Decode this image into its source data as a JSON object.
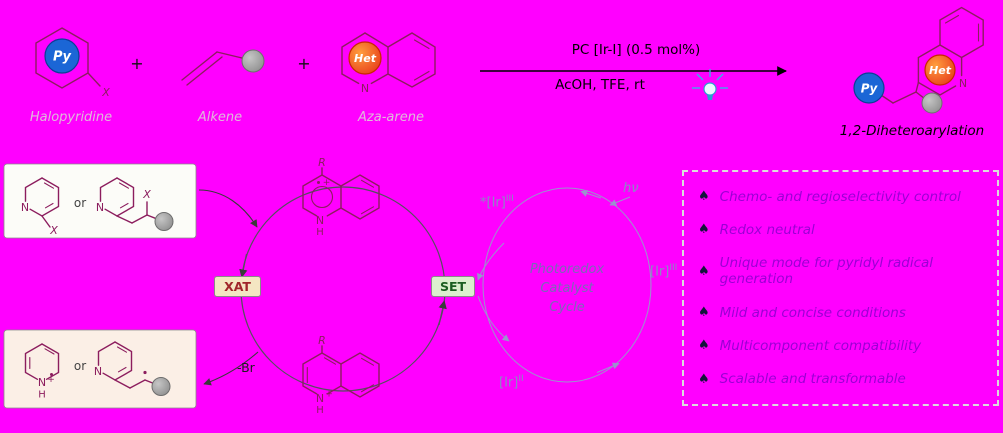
{
  "colors": {
    "background": "#FF00FF",
    "structure": "#8C1D5E",
    "py_circle": "#1B66D6",
    "het_circle_start": "#FF9E3D",
    "het_circle_end": "#E8401C",
    "substituent_gray": "#A9A9A9",
    "xat_bg": "#F4E6C2",
    "xat_text": "#A0262A",
    "set_bg": "#DCEFCE",
    "set_text": "#1B5E20",
    "highlight_text": "#9C00D4",
    "photoredox_text": "#7B68B8",
    "ir_label": "#8A8AC2"
  },
  "scheme": {
    "plus": "+",
    "reactant1": {
      "label": "Halopyridine",
      "ring": "Py",
      "substituent": "X"
    },
    "reactant2": {
      "label": "Alkene"
    },
    "reactant3": {
      "label": "Aza-arene",
      "ring": "Het",
      "atom": "N"
    },
    "conditions": {
      "line1": "PC [Ir-I]  (0.5 mol%)",
      "line2": "AcOH, TFE, rt"
    },
    "product": {
      "label": "1,2-Diheteroarylation",
      "py": "Py",
      "het": "Het",
      "atom": "N"
    }
  },
  "mechanism": {
    "xat": "XAT",
    "set": "SET",
    "minus_br": "-Br",
    "or": "or",
    "halide_box": {
      "n1": "N",
      "x1": "X",
      "n2": "N",
      "x2": "X"
    },
    "radical_box": {
      "n1": "N",
      "h1": "H",
      "plus": "+",
      "n2": "N"
    },
    "top_intermediate": {
      "r": "R",
      "n": "N",
      "h": "H",
      "plus": "+"
    },
    "bottom_intermediate": {
      "r": "R",
      "n": "N",
      "h": "H",
      "plus": "+"
    },
    "photocycle": {
      "line1": "Photoredox",
      "line2": "Catalyst",
      "line3": "Cycle",
      "hv": "hν",
      "ir_excited_base": "*[Ir]",
      "ir_excited_sup": "III",
      "ir_ground_base": "[Ir]",
      "ir_ground_sup": "III",
      "ir_reduced_base": "[Ir]",
      "ir_reduced_sup": "II"
    }
  },
  "highlights": {
    "bullet": "♠",
    "items": [
      "Chemo- and regioselectivity control",
      "Redox neutral",
      "Unique mode for pyridyl radical generation",
      "Mild and concise conditions",
      "Multicomponent compatibility",
      "Scalable and transformable"
    ]
  }
}
